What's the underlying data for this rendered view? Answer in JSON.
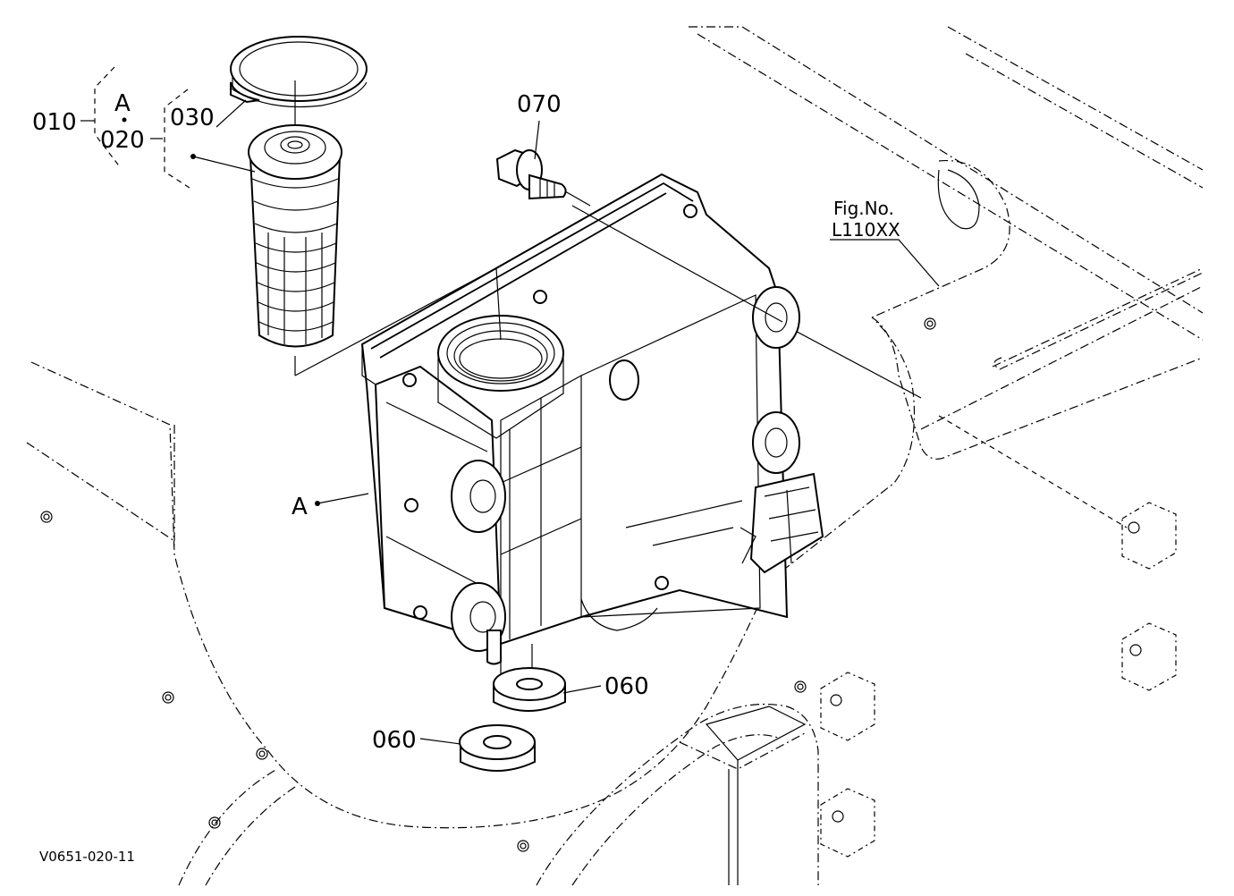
{
  "labels": {
    "p010": "010",
    "p020": "020",
    "p030": "030",
    "pA_top": "A",
    "pA_side": "A",
    "p070": "070",
    "p060a": "060",
    "p060b": "060",
    "fig_no": "Fig.No.",
    "fig_code": "L110XX",
    "drawing_code": "V0651-020-11"
  }
}
